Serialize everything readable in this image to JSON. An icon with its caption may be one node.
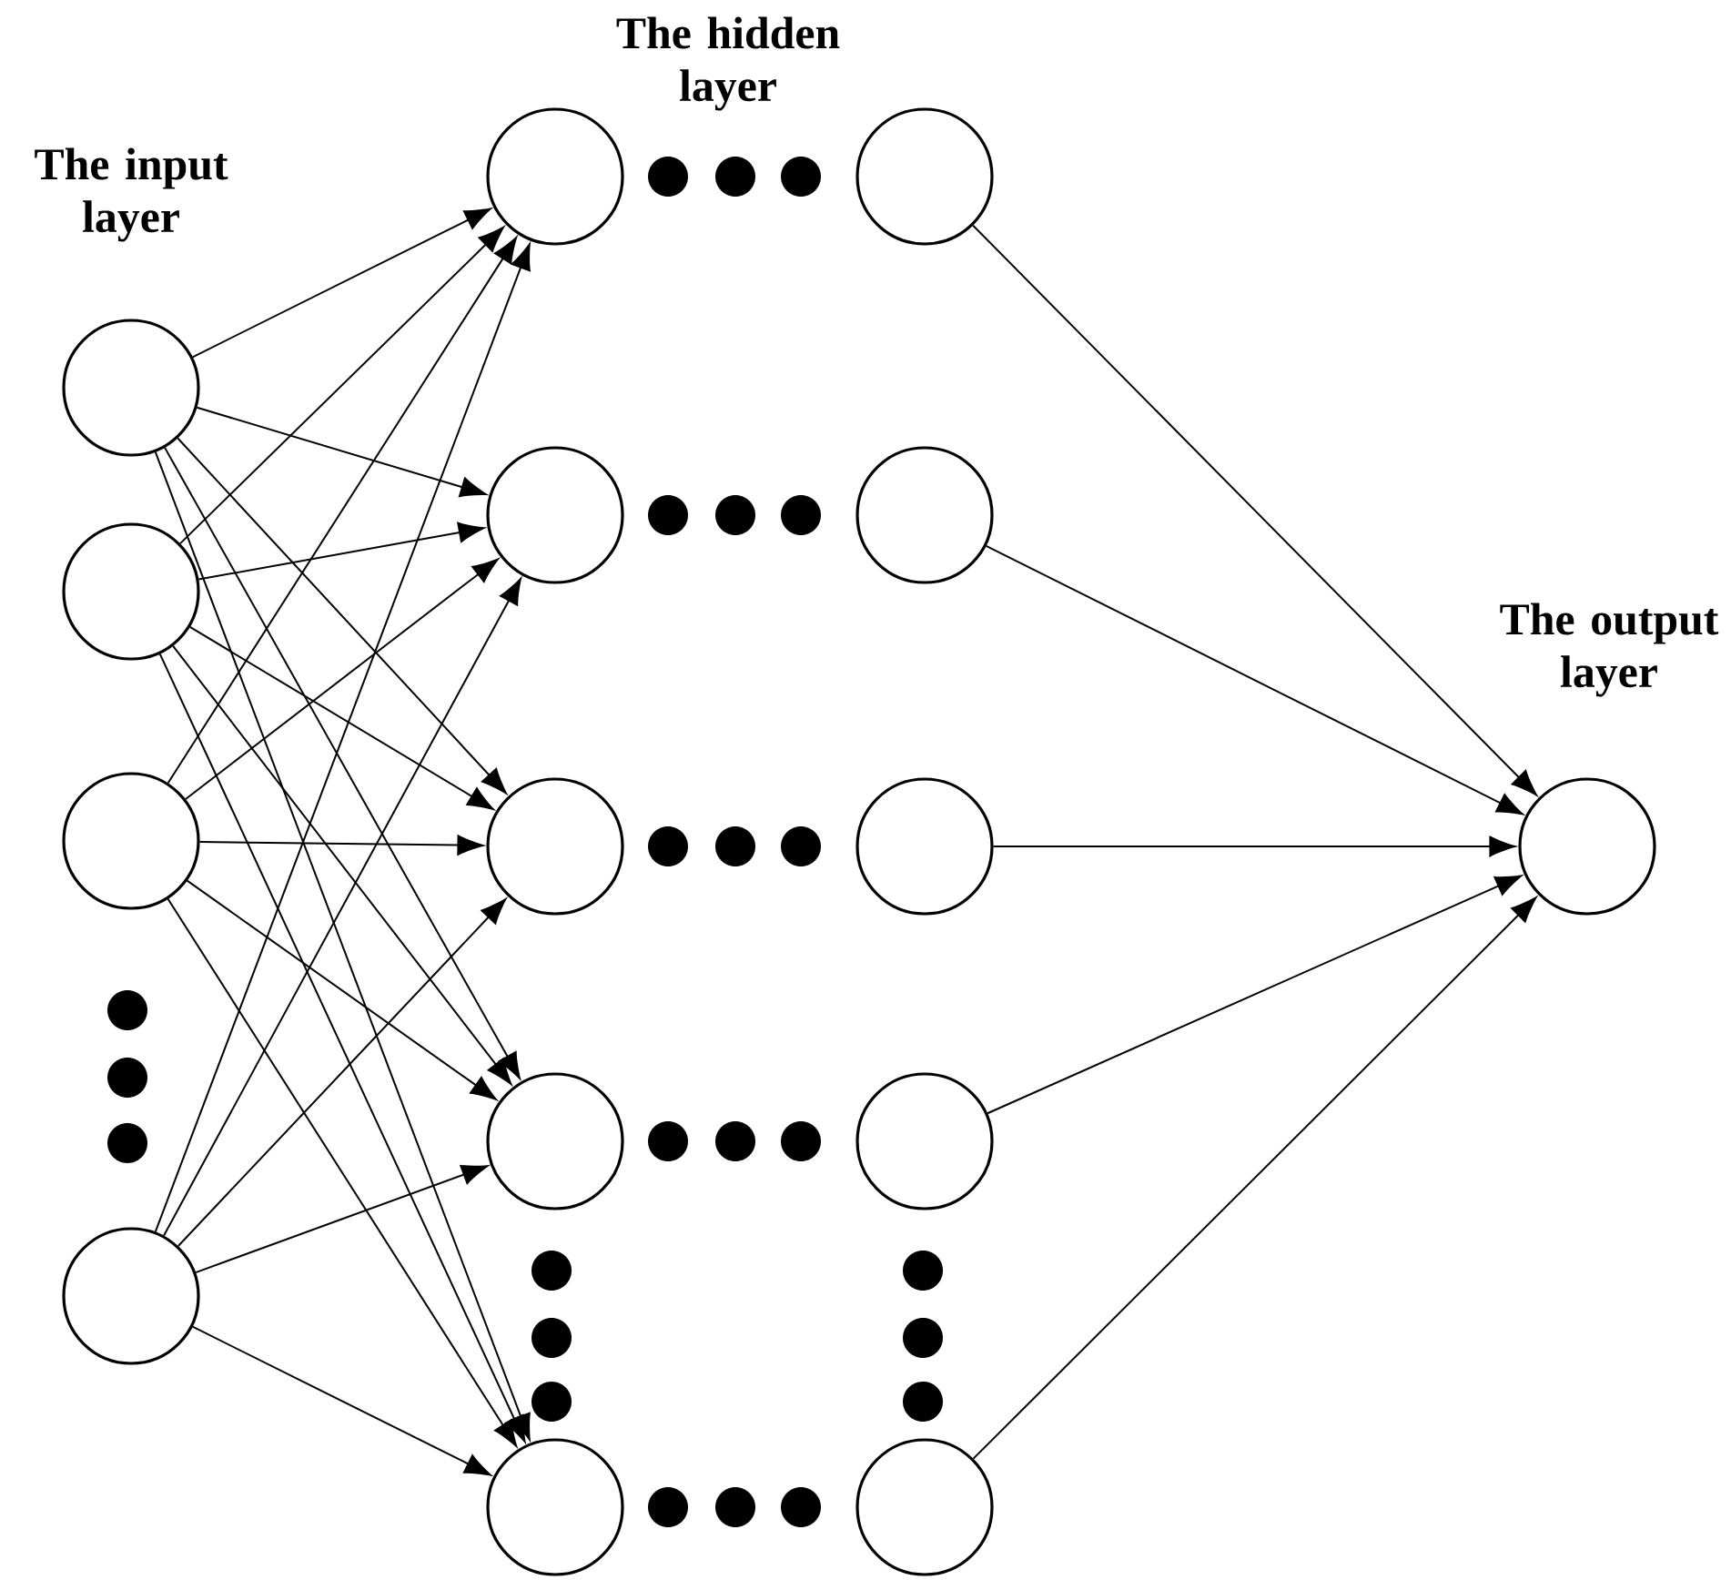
{
  "diagram": {
    "nodes": [
      {
        "text": [],
        "shape": "circle"
      },
      {
        "text": [],
        "shape": "circle"
      },
      {
        "text": [],
        "shape": "circle"
      },
      {
        "text": [],
        "shape": "circle"
      },
      {
        "text": [],
        "shape": "circle"
      },
      {
        "text": [],
        "shape": "circle"
      },
      {
        "text": [],
        "shape": "circle"
      },
      {
        "text": [],
        "shape": "circle"
      },
      {
        "text": [],
        "shape": "circle"
      },
      {
        "text": [],
        "shape": "circle"
      },
      {
        "text": [],
        "shape": "circle"
      },
      {
        "text": [],
        "shape": "circle"
      },
      {
        "text": [],
        "shape": "circle"
      },
      {
        "text": [],
        "shape": "circle"
      },
      {
        "text": [],
        "shape": "circle"
      }
    ],
    "edges": [
      {
        "from": 0,
        "to": 4,
        "arrow": "to"
      },
      {
        "from": 0,
        "to": 6,
        "arrow": "to"
      },
      {
        "from": 0,
        "to": 8,
        "arrow": "to"
      },
      {
        "from": 0,
        "to": 10,
        "arrow": "to"
      },
      {
        "from": 0,
        "to": 12,
        "arrow": "to"
      },
      {
        "from": 1,
        "to": 4,
        "arrow": "to"
      },
      {
        "from": 1,
        "to": 6,
        "arrow": "to"
      },
      {
        "from": 1,
        "to": 8,
        "arrow": "to"
      },
      {
        "from": 1,
        "to": 10,
        "arrow": "to"
      },
      {
        "from": 1,
        "to": 12,
        "arrow": "to"
      },
      {
        "from": 2,
        "to": 4,
        "arrow": "to"
      },
      {
        "from": 2,
        "to": 6,
        "arrow": "to"
      },
      {
        "from": 2,
        "to": 8,
        "arrow": "to"
      },
      {
        "from": 2,
        "to": 10,
        "arrow": "to"
      },
      {
        "from": 2,
        "to": 12,
        "arrow": "to"
      },
      {
        "from": 3,
        "to": 4,
        "arrow": "to"
      },
      {
        "from": 3,
        "to": 6,
        "arrow": "to"
      },
      {
        "from": 3,
        "to": 8,
        "arrow": "to"
      },
      {
        "from": 3,
        "to": 10,
        "arrow": "to"
      },
      {
        "from": 3,
        "to": 12,
        "arrow": "to"
      },
      {
        "from": 5,
        "to": 14,
        "arrow": "to"
      },
      {
        "from": 7,
        "to": 14,
        "arrow": "to"
      },
      {
        "from": 9,
        "to": 14,
        "arrow": "to"
      },
      {
        "from": 11,
        "to": 14,
        "arrow": "to"
      },
      {
        "from": 13,
        "to": 14,
        "arrow": "to"
      }
    ],
    "labels": [
      "The input layer",
      "The hidden layer",
      "The output layer"
    ]
  }
}
